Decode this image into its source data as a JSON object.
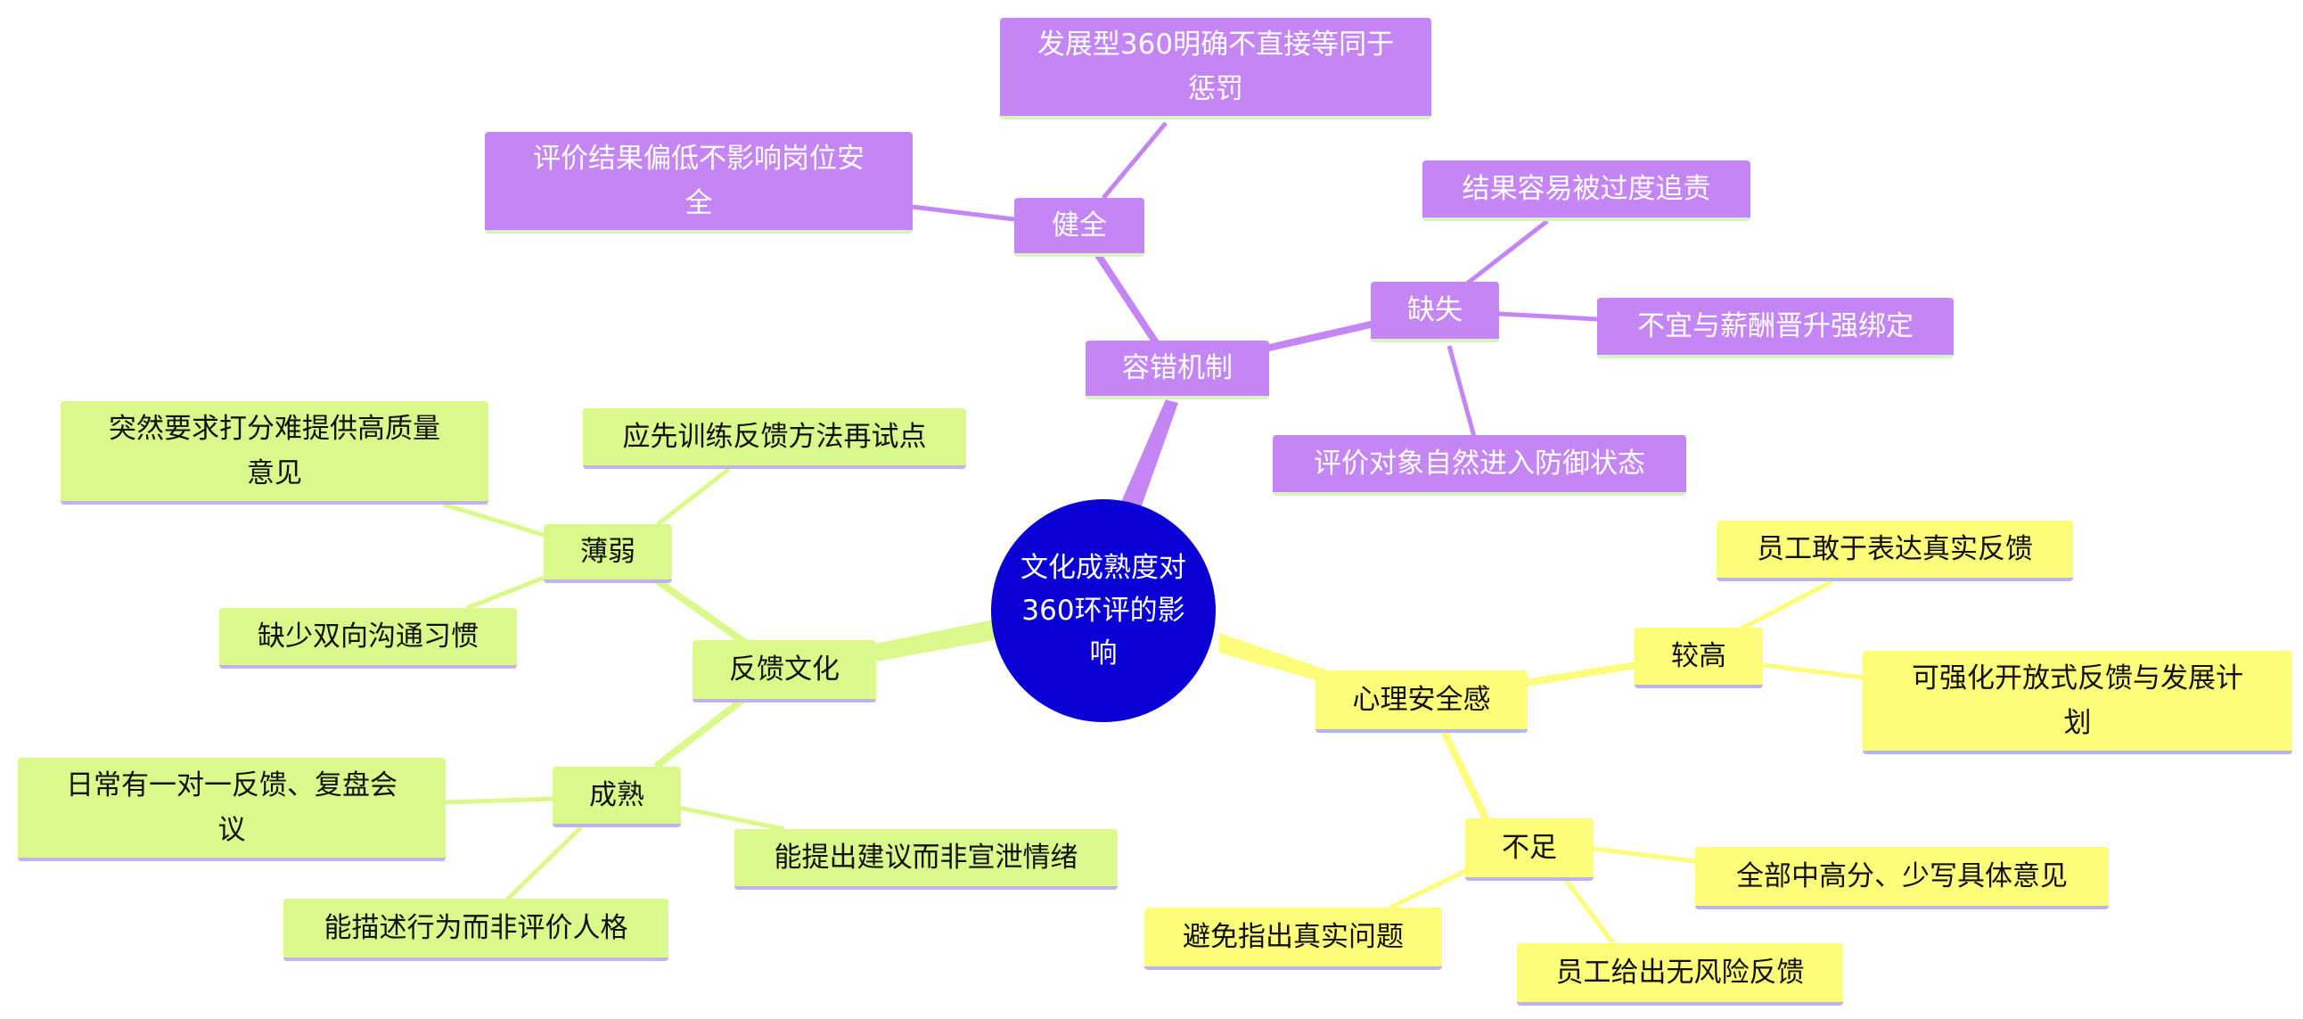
{
  "center": "文化成熟度对360环评的影响",
  "colors": {
    "center": "#0a00d6",
    "purple": "#c586f5",
    "green": "#daf98a",
    "yellow": "#fdfd7a"
  },
  "branches": {
    "tolerance": {
      "label": "容错机制",
      "healthy": {
        "label": "健全",
        "items": [
          "发展型360明确不直接等同于惩罚",
          "评价结果偏低不影响岗位安全"
        ]
      },
      "lacking": {
        "label": "缺失",
        "items": [
          "结果容易被过度追责",
          "不宜与薪酬晋升强绑定",
          "评价对象自然进入防御状态"
        ]
      }
    },
    "feedback": {
      "label": "反馈文化",
      "weak": {
        "label": "薄弱",
        "items": [
          "应先训练反馈方法再试点",
          "突然要求打分难提供高质量意见",
          "缺少双向沟通习惯"
        ]
      },
      "mature": {
        "label": "成熟",
        "items": [
          "日常有一对一反馈、复盘会议",
          "能提出建议而非宣泄情绪",
          "能描述行为而非评价人格"
        ]
      }
    },
    "safety": {
      "label": "心理安全感",
      "high": {
        "label": "较高",
        "items": [
          "员工敢于表达真实反馈",
          "可强化开放式反馈与发展计划"
        ]
      },
      "low": {
        "label": "不足",
        "items": [
          "全部中高分、少写具体意见",
          "避免指出真实问题",
          "员工给出无风险反馈"
        ]
      }
    }
  }
}
